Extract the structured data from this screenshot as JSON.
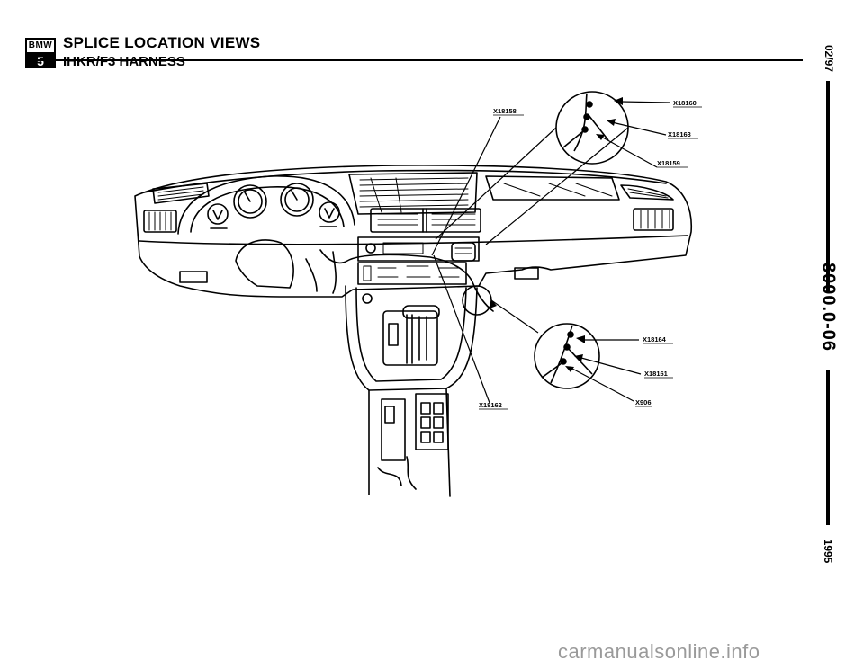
{
  "header": {
    "logo_top": "BMW",
    "logo_bottom": "5",
    "title": "SPLICE LOCATION VIEWS",
    "subtitle": "IHKR/F3 HARNESS"
  },
  "side": {
    "date": "02/97",
    "code": "8000.0-06",
    "year": "1995"
  },
  "callouts": {
    "x18158": "X18158",
    "x18160": "X18160",
    "x18163": "X18163",
    "x18159": "X18159",
    "x18164": "X18164",
    "x18161": "X18161",
    "x906": "X906",
    "x18162": "X18162"
  },
  "watermark": "carmanualsonline.info"
}
